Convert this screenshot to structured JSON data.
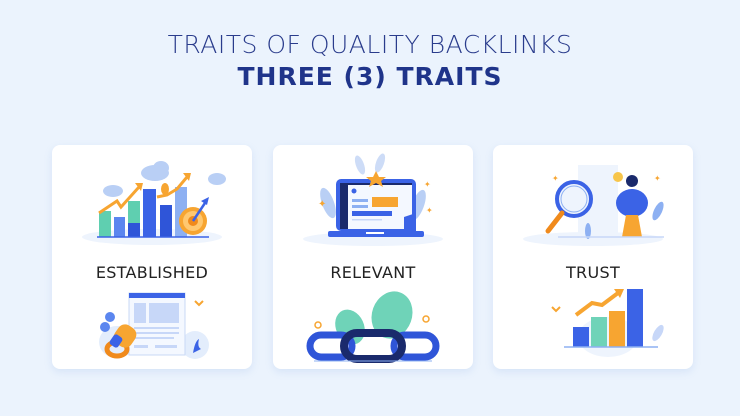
{
  "header": {
    "title": "TRAITS OF QUALITY BACKLINKS",
    "subtitle": "THREE (3) TRAITS"
  },
  "cards": [
    {
      "label": "ESTABLISHED",
      "top_icon": "growth-bar-chart-target-icon",
      "bottom_icon": "link-webpage-icon"
    },
    {
      "label": "RELEVANT",
      "top_icon": "laptop-star-icon",
      "bottom_icon": "chain-links-leaves-icon"
    },
    {
      "label": "TRUST",
      "top_icon": "magnifier-person-icon",
      "bottom_icon": "rising-bar-chart-icon"
    }
  ],
  "colors": {
    "background": "#ebf3fd",
    "title": "#2a3c8c",
    "blue": "#3b63e6",
    "navy": "#1a2a6c",
    "teal": "#5fcfb0",
    "orange": "#f7a531",
    "light_blue": "#a9c4f5"
  }
}
